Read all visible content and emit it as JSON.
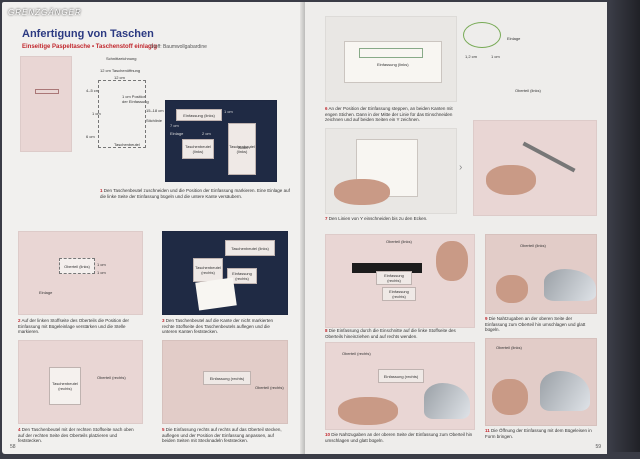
{
  "watermark": "GRENZGÄNGER",
  "left_page": {
    "title": "Anfertigung von Taschen",
    "subtitle": "Einseitige Paspeltasche • Taschenstoff einlagig",
    "material": "Stoff: Baumwollgabardine",
    "page_number": "58",
    "diagram": {
      "labels": [
        "Schnittzeichnung",
        "12 cm Taschenöffnung",
        "12 cm",
        "4–5 cm",
        "1 cm Position der Einfassung",
        "15–18 cm",
        "1 cm",
        "Taschenbeutel",
        "Stichlinie",
        "6 cm"
      ],
      "inset_labels": [
        "Einfassung (links)",
        "1 cm",
        "7 cm",
        "Einlage",
        "2 cm",
        "Taschenbeutel (links)",
        "Taschenbeutel (links)",
        "Boden"
      ]
    },
    "steps": [
      {
        "num": "1",
        "text": "Den Taschenbeutel zuschneiden und die Position der Einfassung markieren. Eine Einlage auf die linke Seite der Einfassung bügeln und die untere Kante versäubern."
      },
      {
        "num": "2",
        "text": "Auf der linken Stoffseite des Oberteils die Position der Einfassung mit Bügeleinlage verstärken und die Stelle markieren."
      },
      {
        "num": "3",
        "text": "Den Taschenbeutel auf die Kante der nicht markierten rechte Stoffseite des Taschenbeutels auflegen und die unteren Kanten feststecken."
      },
      {
        "num": "4",
        "text": "Den Taschenbeutel mit der rechten Stoffseite nach oben auf der rechten Seite des Oberteils platzieren und feststecken."
      },
      {
        "num": "5",
        "text": "Die Einfassung rechts auf rechts auf das Oberteil stecken, auflegen und der Position der Einfassung anpassen, auf beiden Seiten mit Stecknadeln feststecken."
      }
    ],
    "photo_labels": {
      "p2": [
        "Oberteil (links)",
        "1 cm",
        "1 cm",
        "Einlage"
      ],
      "p3": [
        "Taschenbeutel (links)",
        "Taschenbeutel (rechts)",
        "Einfassung (rechts)"
      ],
      "p4": [
        "Taschenbeutel (rechts)",
        "Oberteil (rechts)"
      ],
      "p5": [
        "Einfassung (rechts)",
        "Oberteil (rechts)"
      ]
    }
  },
  "right_page": {
    "page_number": "59",
    "diagram_labels": [
      "Einfassung (links)",
      "Einlage",
      "1,2 cm",
      "1 cm",
      "Oberteil (links)"
    ],
    "steps": [
      {
        "num": "6",
        "text": "An der Position der Einfassung steppen, an beiden Kanten mit engen Stichen. Dann in der Mitte der Linie für das Einschneiden zeichnen und auf beiden Seiten ein Y zeichnen."
      },
      {
        "num": "7",
        "text": "Den Linien von Y einschneiden bis zu den Ecken."
      },
      {
        "num": "8",
        "text": "Die Einfassung durch die Einschnitte auf die linke Stoffseite des Oberteils hineinziehen und auf rechts wenden."
      },
      {
        "num": "9",
        "text": "Die Nahtzugaben an der oberen Seite der Einfassung zum Oberteil hin umschlagen und glatt bügeln."
      },
      {
        "num": "10",
        "text": "Die Nahtzugaben an der oberen Seite der Einfassung zum Oberteil hin umschlagen und glatt bügeln."
      },
      {
        "num": "11",
        "text": "Die Öffnung der Einfassung mit dem Bügeleisen in Form bringen."
      }
    ],
    "photo_labels": {
      "p8": [
        "Oberteil (links)",
        "Einfassung (rechts)",
        "Einfassung (rechts)"
      ],
      "p9": [
        "Oberteil (links)"
      ],
      "p10": [
        "Oberteil (rechts)",
        "Einfassung (rechts)"
      ],
      "p11": [
        "Oberteil (links)"
      ]
    }
  }
}
